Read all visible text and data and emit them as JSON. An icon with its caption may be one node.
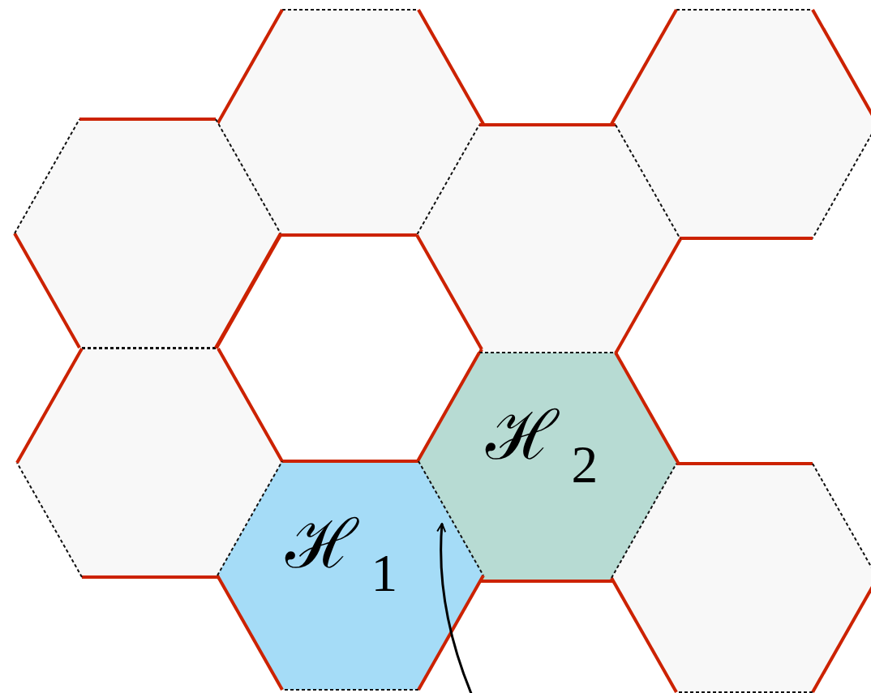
{
  "diagram": {
    "nodes": [
      {
        "text": [],
        "shape": "hexagon"
      },
      {
        "text": [],
        "shape": "hexagon"
      },
      {
        "text": [],
        "shape": "hexagon"
      },
      {
        "text": [],
        "shape": "hexagon"
      },
      {
        "text": [],
        "shape": "hexagon"
      },
      {
        "text": [],
        "shape": "hexagon"
      },
      {
        "text": [
          "ℋ$_{2}$"
        ]
      },
      {
        "text": [
          "ℋ$_{1}$"
        ]
      },
      {
        "text": [],
        "shape": "hexagon"
      }
    ],
    "edges": [
      {
        "from": null,
        "to": 7,
        "arrow": "to"
      }
    ]
  }
}
